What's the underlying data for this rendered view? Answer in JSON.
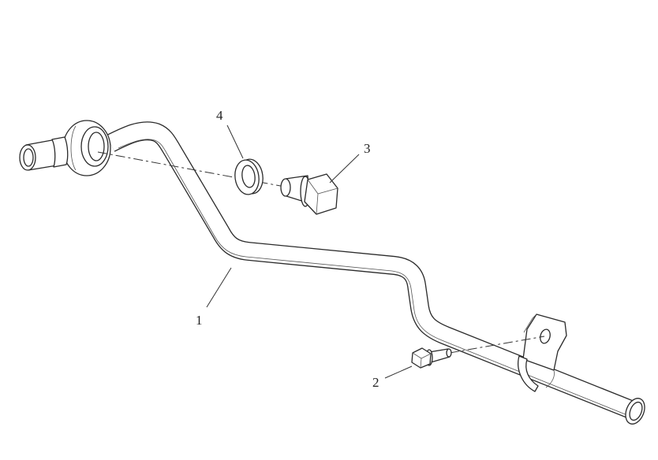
{
  "callouts": [
    "1",
    "2",
    "3",
    "4"
  ]
}
